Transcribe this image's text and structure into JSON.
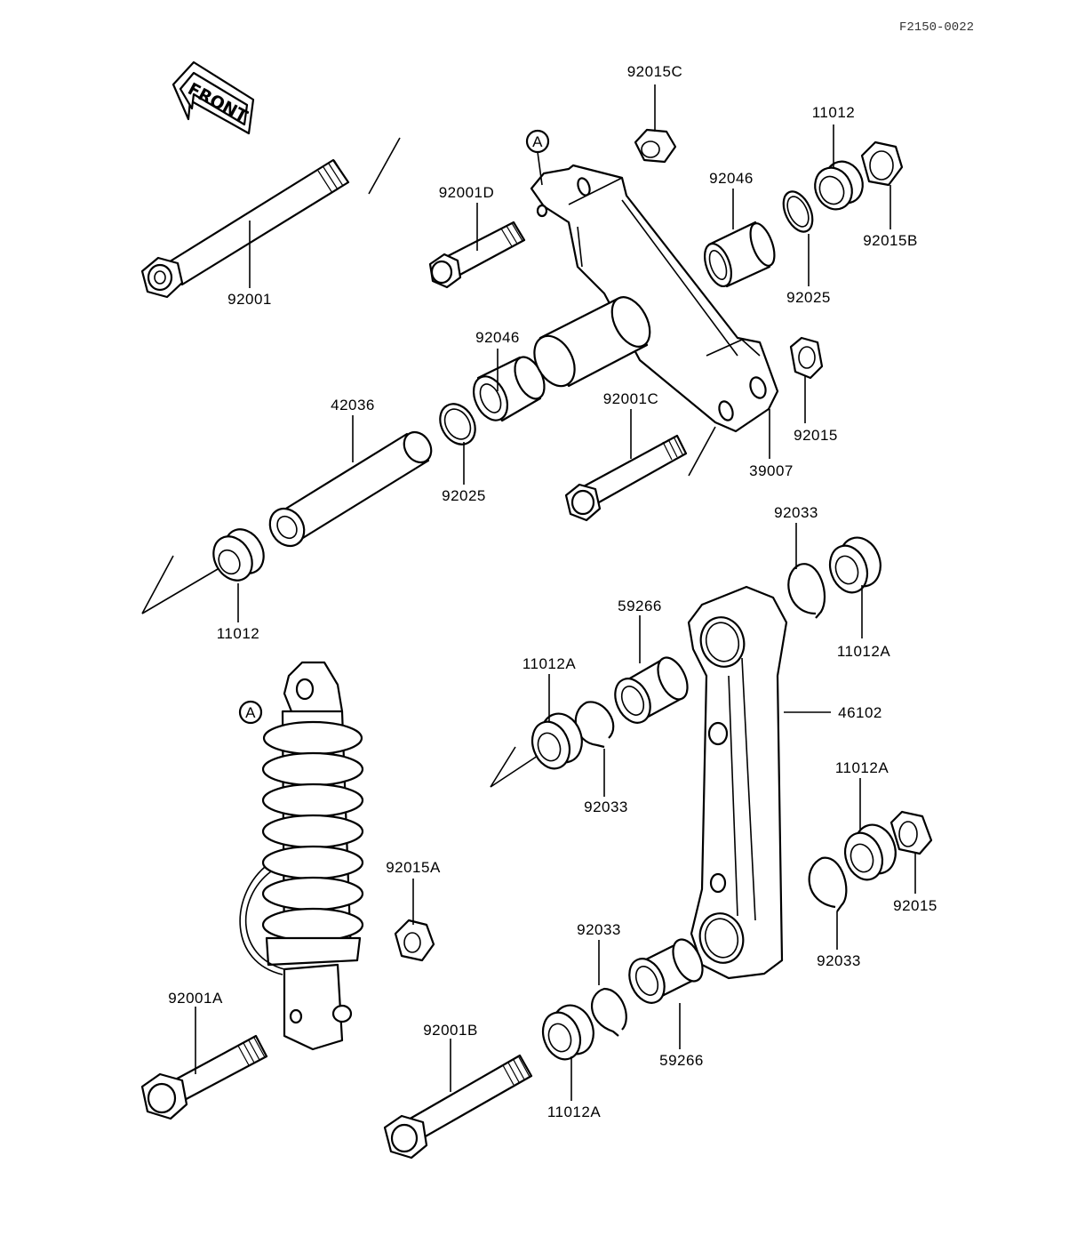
{
  "drawing_code": "F2150-0022",
  "front_label": "FRONT",
  "ref_marker": "A",
  "parts": {
    "p92015C": "92015C",
    "p11012_top": "11012",
    "p92046_top": "92046",
    "p92015B": "92015B",
    "p92001D": "92001D",
    "p92025_top": "92025",
    "p92001": "92001",
    "p92046_mid": "92046",
    "p92015_top": "92015",
    "p42036": "42036",
    "p92001C": "92001C",
    "p92025_mid": "92025",
    "p39007": "39007",
    "p11012_left": "11012",
    "p92033_top": "92033",
    "p59266_top": "59266",
    "p11012A_right_top": "11012A",
    "p11012A_left": "11012A",
    "p46102": "46102",
    "p92033_left": "92033",
    "p11012A_right_bottom": "11012A",
    "p92015A": "92015A",
    "p92015_bottom": "92015",
    "p92033_bottom_mid": "92033",
    "p92033_bottom_right": "92033",
    "p92001A": "92001A",
    "p92001B": "92001B",
    "p59266_bottom": "59266",
    "p11012A_bottom": "11012A"
  }
}
